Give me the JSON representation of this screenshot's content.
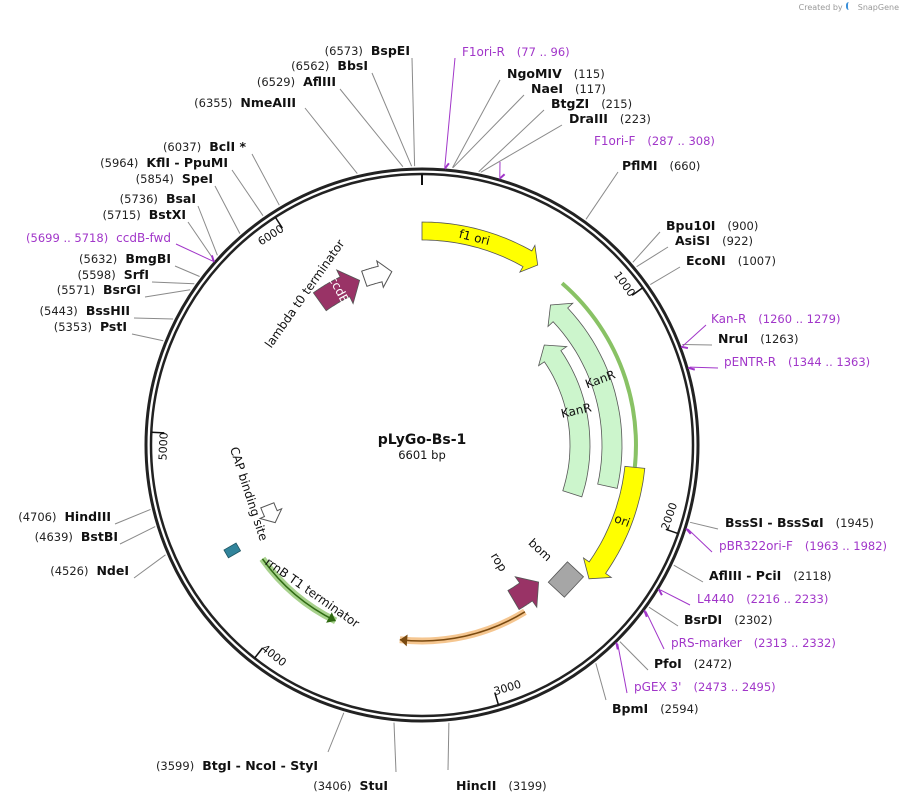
{
  "watermark": {
    "text": "Created by",
    "brand": "SnapGene"
  },
  "plasmid": {
    "name": "pLyGo-Bs-1",
    "size_label": "6601 bp",
    "length": 6601
  },
  "colors": {
    "backbone": "#222222",
    "primer": "#a136c9",
    "f1ori": "#ffff00",
    "ori": "#ffff00",
    "kanr": "#ccf5cc",
    "ccdb": "#993366",
    "rop": "#993366",
    "bom": "#a6a6a6",
    "cap": "#31849b",
    "terminator": "#ffffff",
    "green_arc": "#6cb33f",
    "orange_arc": "#f2b36b"
  },
  "ticks": [
    {
      "pos": 1000,
      "label": "1000"
    },
    {
      "pos": 2000,
      "label": "2000"
    },
    {
      "pos": 3000,
      "label": "3000"
    },
    {
      "pos": 4000,
      "label": "4000"
    },
    {
      "pos": 5000,
      "label": "5000"
    },
    {
      "pos": 6000,
      "label": "6000"
    }
  ],
  "enzymes_right": [
    {
      "name": "NgoMIV",
      "pos": "(115)",
      "site": 115
    },
    {
      "name": "NaeI",
      "pos": "(117)",
      "site": 117
    },
    {
      "name": "BtgZI",
      "pos": "(215)",
      "site": 215
    },
    {
      "name": "DraIII",
      "pos": "(223)",
      "site": 223
    },
    {
      "name": "PflMI",
      "pos": "(660)",
      "site": 660
    },
    {
      "name": "Bpu10I",
      "pos": "(900)",
      "site": 900
    },
    {
      "name": "AsiSI",
      "pos": "(922)",
      "site": 922
    },
    {
      "name": "EcoNI",
      "pos": "(1007)",
      "site": 1007
    },
    {
      "name": "NruI",
      "pos": "(1263)",
      "site": 1263
    },
    {
      "name": "BssSI  -  BssSαI",
      "pos": "(1945)",
      "site": 1945
    },
    {
      "name": "AflIII  -  PciI",
      "pos": "(2118)",
      "site": 2118
    },
    {
      "name": "BsrDI",
      "pos": "(2302)",
      "site": 2302
    },
    {
      "name": "PfoI",
      "pos": "(2472)",
      "site": 2472
    },
    {
      "name": "BpmI",
      "pos": "(2594)",
      "site": 2594
    },
    {
      "name": "HincII",
      "pos": "(3199)",
      "site": 3199
    }
  ],
  "enzymes_left": [
    {
      "name": "BspEI",
      "pos": "(6573)",
      "site": 6573
    },
    {
      "name": "BbsI",
      "pos": "(6562)",
      "site": 6562
    },
    {
      "name": "AflIII",
      "pos": "(6529)",
      "site": 6529
    },
    {
      "name": "NmeAIII",
      "pos": "(6355)",
      "site": 6355
    },
    {
      "name": "BclI *",
      "pos": "(6037)",
      "site": 6037
    },
    {
      "name": "KflI  -  PpuMI",
      "pos": "(5964)",
      "site": 5964
    },
    {
      "name": "SpeI",
      "pos": "(5854)",
      "site": 5854
    },
    {
      "name": "BsaI",
      "pos": "(5736)",
      "site": 5736
    },
    {
      "name": "BstXI",
      "pos": "(5715)",
      "site": 5715
    },
    {
      "name": "BmgBI",
      "pos": "(5632)",
      "site": 5632
    },
    {
      "name": "SrfI",
      "pos": "(5598)",
      "site": 5598
    },
    {
      "name": "BsrGI",
      "pos": "(5571)",
      "site": 5571
    },
    {
      "name": "BssHII",
      "pos": "(5443)",
      "site": 5443
    },
    {
      "name": "PstI",
      "pos": "(5353)",
      "site": 5353
    },
    {
      "name": "HindIII",
      "pos": "(4706)",
      "site": 4706
    },
    {
      "name": "BstBI",
      "pos": "(4639)",
      "site": 4639
    },
    {
      "name": "NdeI",
      "pos": "(4526)",
      "site": 4526
    },
    {
      "name": "BtgI  -  NcoI  -  StyI",
      "pos": "(3599)",
      "site": 3599
    },
    {
      "name": "StuI",
      "pos": "(3406)",
      "site": 3406
    }
  ],
  "primers": [
    {
      "name": "F1ori-R",
      "range": "(77 .. 96)",
      "site": 86
    },
    {
      "name": "F1ori-F",
      "range": "(287 .. 308)",
      "site": 297
    },
    {
      "name": "Kan-R",
      "range": "(1260 .. 1279)",
      "site": 1269
    },
    {
      "name": "pENTR-R",
      "range": "(1344 .. 1363)",
      "site": 1353
    },
    {
      "name": "pBR322ori-F",
      "range": "(1963 .. 1982)",
      "site": 1972
    },
    {
      "name": "L4440",
      "range": "(2216 .. 2233)",
      "site": 2224
    },
    {
      "name": "pRS-marker",
      "range": "(2313 .. 2332)",
      "site": 2322
    },
    {
      "name": "pGEX 3'",
      "range": "(2473 .. 2495)",
      "site": 2484
    },
    {
      "name": "ccdB-fwd",
      "range": "(5699 .. 5718)",
      "site": 5708
    }
  ],
  "features": {
    "f1ori": "f1 ori",
    "kanr_outer": "KanR",
    "kanr_inner": "KanR",
    "ori": "ori",
    "bom": "bom",
    "rop": "rop",
    "ccdb": "ccdB",
    "lambda": "lambda t0 terminator",
    "cap": "CAP binding site",
    "rrnb": "rrnB T1 terminator"
  }
}
